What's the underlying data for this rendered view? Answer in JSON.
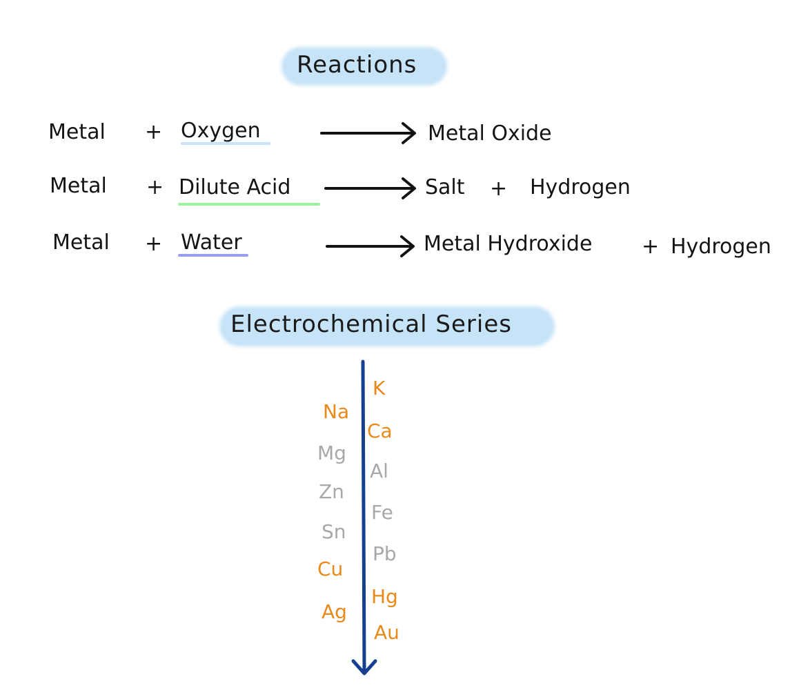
{
  "reactions": {
    "heading": "Reactions",
    "rows": [
      {
        "reactant1": "Metal",
        "plus": "+",
        "reactant2": "Oxygen",
        "highlight": "#c6e3f7",
        "product1": "Metal Oxide"
      },
      {
        "reactant1": "Metal",
        "plus": "+",
        "reactant2": "Dilute Acid",
        "highlight": "#9ff09f",
        "product1": "Salt",
        "plus2": "+",
        "product2": "Hydrogen"
      },
      {
        "reactant1": "Metal",
        "plus": "+",
        "reactant2": "Water",
        "highlight": "#9a9cf0",
        "product1": "Metal Hydroxide",
        "plus2": "+",
        "product2": "Hydrogen"
      }
    ]
  },
  "series": {
    "heading": "Electrochemical Series",
    "arrow_color": "#173f8f",
    "colors": {
      "orange": "#e8891a",
      "grey": "#a8a8a8"
    },
    "left": [
      {
        "symbol": "Na",
        "color": "orange"
      },
      {
        "symbol": "Mg",
        "color": "grey"
      },
      {
        "symbol": "Zn",
        "color": "grey"
      },
      {
        "symbol": "Sn",
        "color": "grey"
      },
      {
        "symbol": "Cu",
        "color": "orange"
      },
      {
        "symbol": "Ag",
        "color": "orange"
      }
    ],
    "right": [
      {
        "symbol": "K",
        "color": "orange"
      },
      {
        "symbol": "Ca",
        "color": "orange"
      },
      {
        "symbol": "Al",
        "color": "grey"
      },
      {
        "symbol": "Fe",
        "color": "grey"
      },
      {
        "symbol": "Pb",
        "color": "grey"
      },
      {
        "symbol": "Hg",
        "color": "orange"
      },
      {
        "symbol": "Au",
        "color": "orange"
      }
    ]
  }
}
